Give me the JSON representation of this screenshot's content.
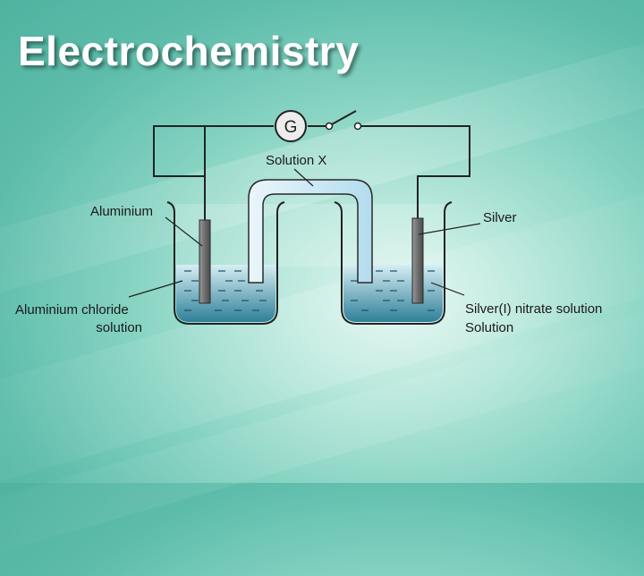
{
  "slide": {
    "title": "Electrochemistry"
  },
  "diagram": {
    "galvanometer_symbol": "G",
    "labels": {
      "solution_x": "Solution X",
      "aluminium": "Aluminium",
      "aluminium_chloride_line1": "Aluminium chloride",
      "aluminium_chloride_line2": "solution",
      "silver": "Silver",
      "silver_nitrate_line1": "Silver(I) nitrate solution",
      "silver_nitrate_line2": "Solution"
    },
    "colors": {
      "liquid_top": "#d6eef3",
      "liquid_bottom": "#2e7f99",
      "salt_bridge": "#c9e6f2",
      "electrode": "#777777",
      "wire": "#222222"
    }
  }
}
